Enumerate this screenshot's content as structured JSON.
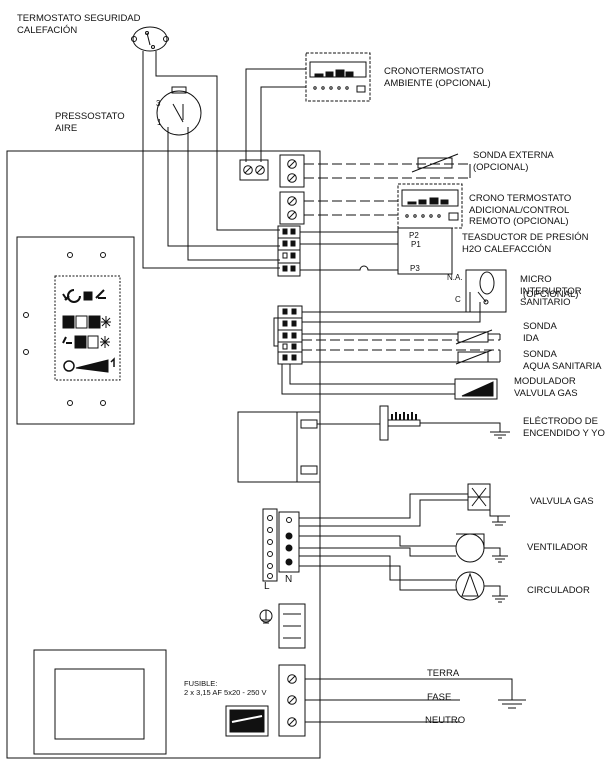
{
  "labels": {
    "termostato_seguridad": "TERMOSTATO SEGURIDAD\nCALEFACIÓN",
    "pressostato_aire": "PRESSOSTATO\nAIRE",
    "cronotermostato_ambiente": "CRONOTERMOSTATO\nAMBIENTE (OPCIONAL)",
    "sonda_externa": "SONDA EXTERNA\n(OPCIONAL)",
    "crono_termostato_remoto": "CRONO TERMOSTATO\nADICIONAL/CONTROL\nREMOTO (OPCIONAL)",
    "teasductor_presion": "TEASDUCTOR DE PRESIÓN\nH2O CALEFACCIÓN",
    "micro_interruptor": "MICRO\nINTERUPTOR\nSANITARIO",
    "opcional_overlap": "(OPCIONAL)",
    "sonda_ida": "SONDA\nIDA",
    "sonda_aqua": "SONDA\nAQUA SANITARIA",
    "modulador": "MODULADOR\nVALVULA GAS",
    "electrodo": "ELÉCTRODO DE\nENCENDIDO Y YO",
    "valvula_gas": "VALVULA GAS",
    "ventilador": "VENTILADOR",
    "circulador": "CIRCULADOR",
    "fusible": "FUSIBLE:\n2 x 3,15 AF 5x20 - 250 V",
    "terra": "TERRA",
    "fase": "FASE",
    "neutro": "NEUTRO"
  },
  "pins": {
    "p2": "P2",
    "p1": "P1",
    "p3": "P3",
    "na": "N.A.",
    "c": "C",
    "l": "L",
    "n": "N",
    "pres_3": "3",
    "pres_1": "1"
  }
}
